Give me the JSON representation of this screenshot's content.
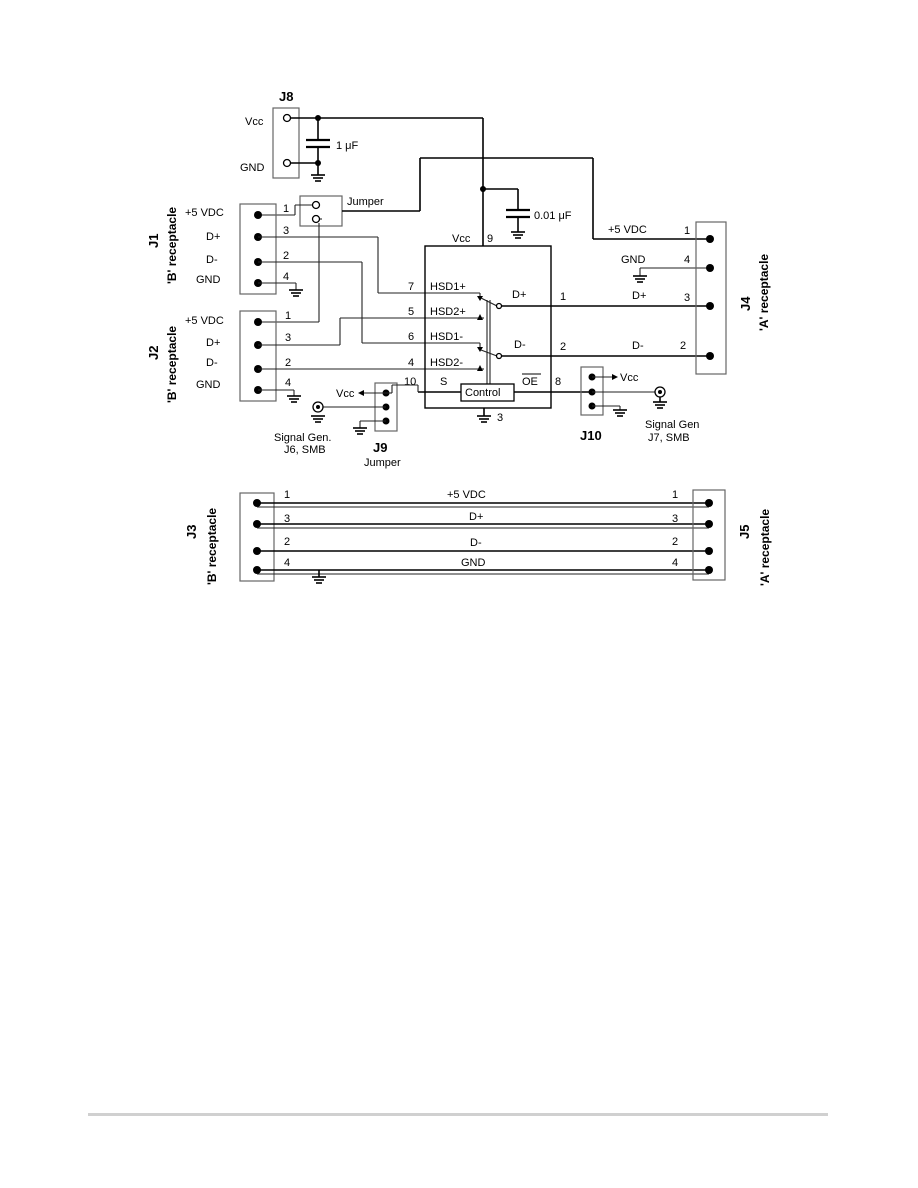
{
  "connectors": {
    "j8": {
      "ref": "J8",
      "vcc": "Vcc",
      "gnd": "GND",
      "cap": "1 μF"
    },
    "j1": {
      "ref": "J1",
      "receptacle": "'B' receptacle",
      "pins": [
        "+5 VDC",
        "D+",
        "D-",
        "GND"
      ],
      "nums": [
        "1",
        "3",
        "2",
        "4"
      ]
    },
    "j2": {
      "ref": "J2",
      "receptacle": "'B' receptacle",
      "pins": [
        "+5 VDC",
        "D+",
        "D-",
        "GND"
      ],
      "nums": [
        "1",
        "3",
        "2",
        "4"
      ]
    },
    "j3": {
      "ref": "J3",
      "receptacle": "'B' receptacle",
      "nums": [
        "1",
        "3",
        "2",
        "4"
      ]
    },
    "j4": {
      "ref": "J4",
      "receptacle": "'A' receptacle",
      "nums": [
        "1",
        "4",
        "3",
        "2"
      ]
    },
    "j5": {
      "ref": "J5",
      "receptacle": "'A' receptacle",
      "nums": [
        "1",
        "3",
        "2",
        "4"
      ]
    },
    "j9": {
      "ref": "J9",
      "sub": "Jumper",
      "vcc": "Vcc",
      "sig1": "Signal Gen.",
      "sig2": "J6, SMB"
    },
    "j10": {
      "ref": "J10",
      "vcc": "Vcc",
      "sig1": "Signal Gen",
      "sig2": "J7, SMB"
    }
  },
  "jumper": "Jumper",
  "cap2": "0.01 μF",
  "ic": {
    "vcc": "Vcc",
    "vcc_pin": "9",
    "hsd1p": "HSD1+",
    "hsd1p_pin": "7",
    "hsd2p": "HSD2+",
    "hsd2p_pin": "5",
    "hsd1m": "HSD1-",
    "hsd1m_pin": "6",
    "hsd2m": "HSD2-",
    "hsd2m_pin": "4",
    "s": "S",
    "s_pin": "10",
    "control": "Control",
    "oe": "OE",
    "oe_pin": "8",
    "dp": "D+",
    "dp_pin": "1",
    "dm": "D-",
    "dm_pin": "2",
    "gnd_pin": "3"
  },
  "nets": {
    "vdc": "+5 VDC",
    "gnd": "GND",
    "dp": "D+",
    "dm": "D-"
  },
  "bottom": {
    "vdc": "+5 VDC",
    "dp": "D+",
    "dm": "D-",
    "gnd": "GND"
  }
}
